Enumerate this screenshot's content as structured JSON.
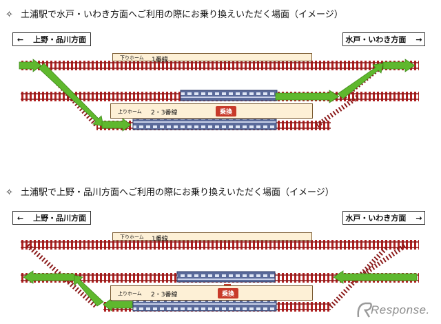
{
  "diagrams": [
    {
      "heading": "土浦駅で水戸・いわき方面へご利用の際にお乗り換えいただく場面（イメージ）",
      "left_direction": "上野・品川方面",
      "left_arrow": "←",
      "right_direction": "水戸・いわき方面",
      "right_arrow": "→",
      "down_platform_label": "下りホーム",
      "down_platform_track": "1番線",
      "up_platform_label": "上りホーム",
      "up_platform_track": "2・3番線",
      "transfer_label": "乗換"
    },
    {
      "heading": "土浦駅で上野・品川方面へご利用の際にお乗り換えいただく場面（イメージ）",
      "left_direction": "上野・品川方面",
      "left_arrow": "←",
      "right_direction": "水戸・いわき方面",
      "right_arrow": "→",
      "down_platform_label": "下りホーム",
      "down_platform_track": "1番線",
      "up_platform_label": "上りホーム",
      "up_platform_track": "2・3番線",
      "transfer_label": "乗換"
    }
  ],
  "heading_mark": "✧",
  "watermark": "Response.",
  "colors": {
    "rail": "#8b1a1a",
    "tie": "#b02020",
    "arrow": "#5fb82e",
    "platform": "#fdf0d6",
    "train": "#5a6a9a",
    "transfer": "#c83a2a"
  }
}
